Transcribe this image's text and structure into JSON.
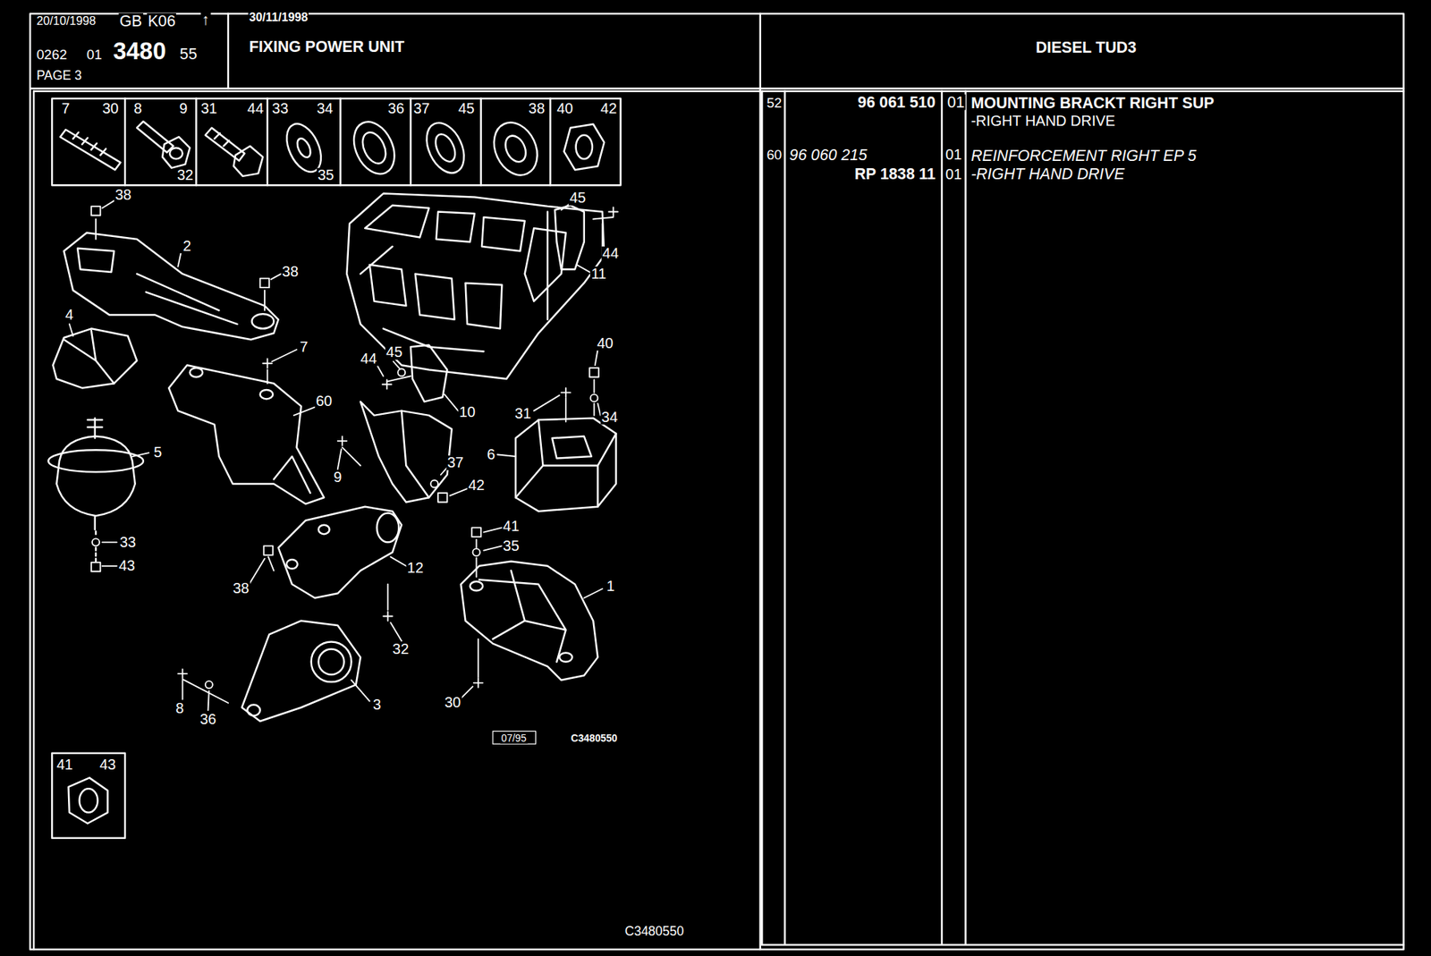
{
  "diagram": {
    "title": "FIXING POWER UNIT",
    "labels": [
      "20/10/1998",
      "GB",
      "K06",
      "↑",
      "0262",
      "01",
      "3480",
      "55",
      "PAGE 3",
      "30/11/1998",
      "DIESEL TUD3",
      "52",
      "96 061 510",
      "01",
      "MOUNTING BRACKT RIGHT SUP",
      "-RIGHT HAND DRIVE",
      "60",
      "96 060 215",
      "01",
      "REINFORCEMENT RIGHT EP 5",
      "RP 1838 11",
      "01",
      "-RIGHT HAND DRIVE",
      "7",
      "30",
      "8",
      "9",
      "32",
      "31",
      "44",
      "33",
      "34",
      "35",
      "36",
      "37",
      "45",
      "38",
      "40",
      "42",
      "41",
      "43",
      "38",
      "2",
      "38",
      "4",
      "7",
      "60",
      "5",
      "33",
      "43",
      "45",
      "44",
      "11",
      "44",
      "45",
      "10",
      "40",
      "34",
      "31",
      "6",
      "9",
      "37",
      "42",
      "12",
      "38",
      "41",
      "35",
      "1",
      "32",
      "8",
      "36",
      "3",
      "30",
      "07/95",
      "C3480550",
      "C3480550"
    ]
  }
}
